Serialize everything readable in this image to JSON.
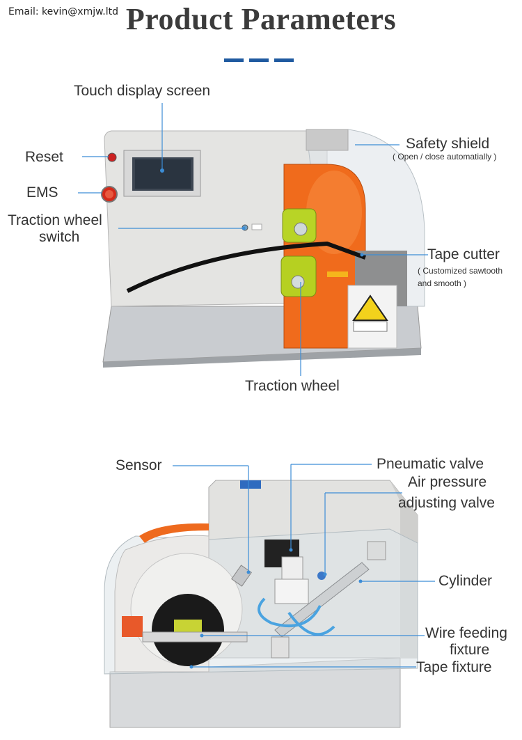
{
  "header": {
    "email": "Email: kevin@xmjw.ltd",
    "title": "Product Parameters"
  },
  "figure1": {
    "labels": {
      "touch_display": "Touch display screen",
      "reset": "Reset",
      "ems": "EMS",
      "traction_switch_1": "Traction wheel",
      "traction_switch_2": "switch",
      "safety_shield": "Safety shield",
      "safety_shield_note": "( Open / close automatially )",
      "tape_cutter": "Tape cutter",
      "tape_cutter_note_1": "( Customized sawtooth",
      "tape_cutter_note_2": "and smooth )",
      "traction_wheel": "Traction wheel"
    }
  },
  "figure2": {
    "labels": {
      "sensor": "Sensor",
      "pneumatic_valve": "Pneumatic valve",
      "air_pressure_1": "Air pressure",
      "air_pressure_2": "adjusting valve",
      "cylinder": "Cylinder",
      "wire_feeding_1": "Wire feeding",
      "wire_feeding_2": "fixture",
      "tape_fixture": "Tape fixture"
    }
  }
}
